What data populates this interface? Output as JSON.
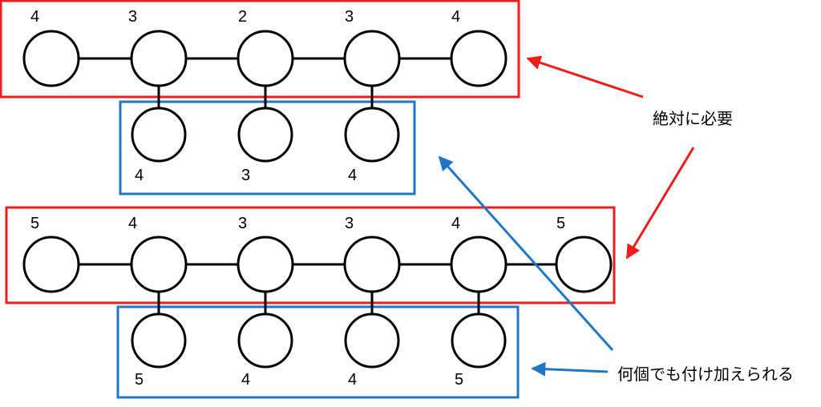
{
  "annotations": {
    "required": "絶対に必要",
    "addable": "何個でも付け加えられる"
  },
  "colors": {
    "required": "#ee1c1c",
    "addable": "#1f77c4"
  },
  "graph1": {
    "spine_labels": [
      "4",
      "3",
      "2",
      "3",
      "4"
    ],
    "leaf_labels": [
      "4",
      "3",
      "4"
    ]
  },
  "graph2": {
    "spine_labels": [
      "5",
      "4",
      "3",
      "3",
      "4",
      "5"
    ],
    "leaf_labels": [
      "5",
      "4",
      "4",
      "5"
    ]
  }
}
